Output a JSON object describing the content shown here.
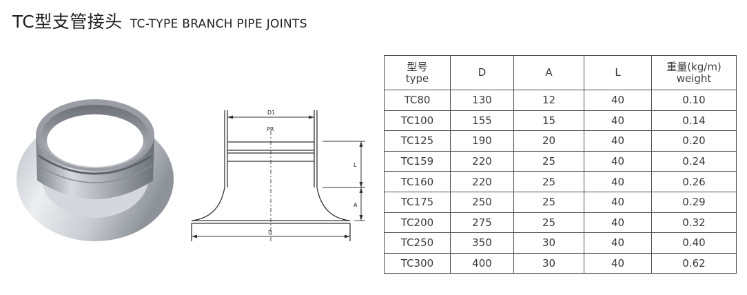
{
  "title": {
    "cn": "TC型支管接头",
    "en": "TC-TYPE BRANCH PIPE JOINTS"
  },
  "drawing": {
    "label_d1": "D1",
    "label_pr": "PR",
    "label_l": "L",
    "label_a": "A",
    "label_d": "D"
  },
  "table": {
    "headers": [
      {
        "top": "型号",
        "bottom": "type"
      },
      {
        "top": "D",
        "bottom": ""
      },
      {
        "top": "A",
        "bottom": ""
      },
      {
        "top": "L",
        "bottom": ""
      },
      {
        "top": "重量(kg/m)",
        "bottom": "weight"
      }
    ],
    "rows": [
      [
        "TC80",
        "130",
        "12",
        "40",
        "0.10"
      ],
      [
        "TC100",
        "155",
        "15",
        "40",
        "0.14"
      ],
      [
        "TC125",
        "190",
        "20",
        "40",
        "0.20"
      ],
      [
        "TC159",
        "220",
        "25",
        "40",
        "0.24"
      ],
      [
        "TC160",
        "220",
        "25",
        "40",
        "0.26"
      ],
      [
        "TC175",
        "250",
        "25",
        "40",
        "0.29"
      ],
      [
        "TC200",
        "275",
        "25",
        "40",
        "0.32"
      ],
      [
        "TC250",
        "350",
        "30",
        "40",
        "0.40"
      ],
      [
        "TC300",
        "400",
        "30",
        "40",
        "0.62"
      ]
    ]
  }
}
